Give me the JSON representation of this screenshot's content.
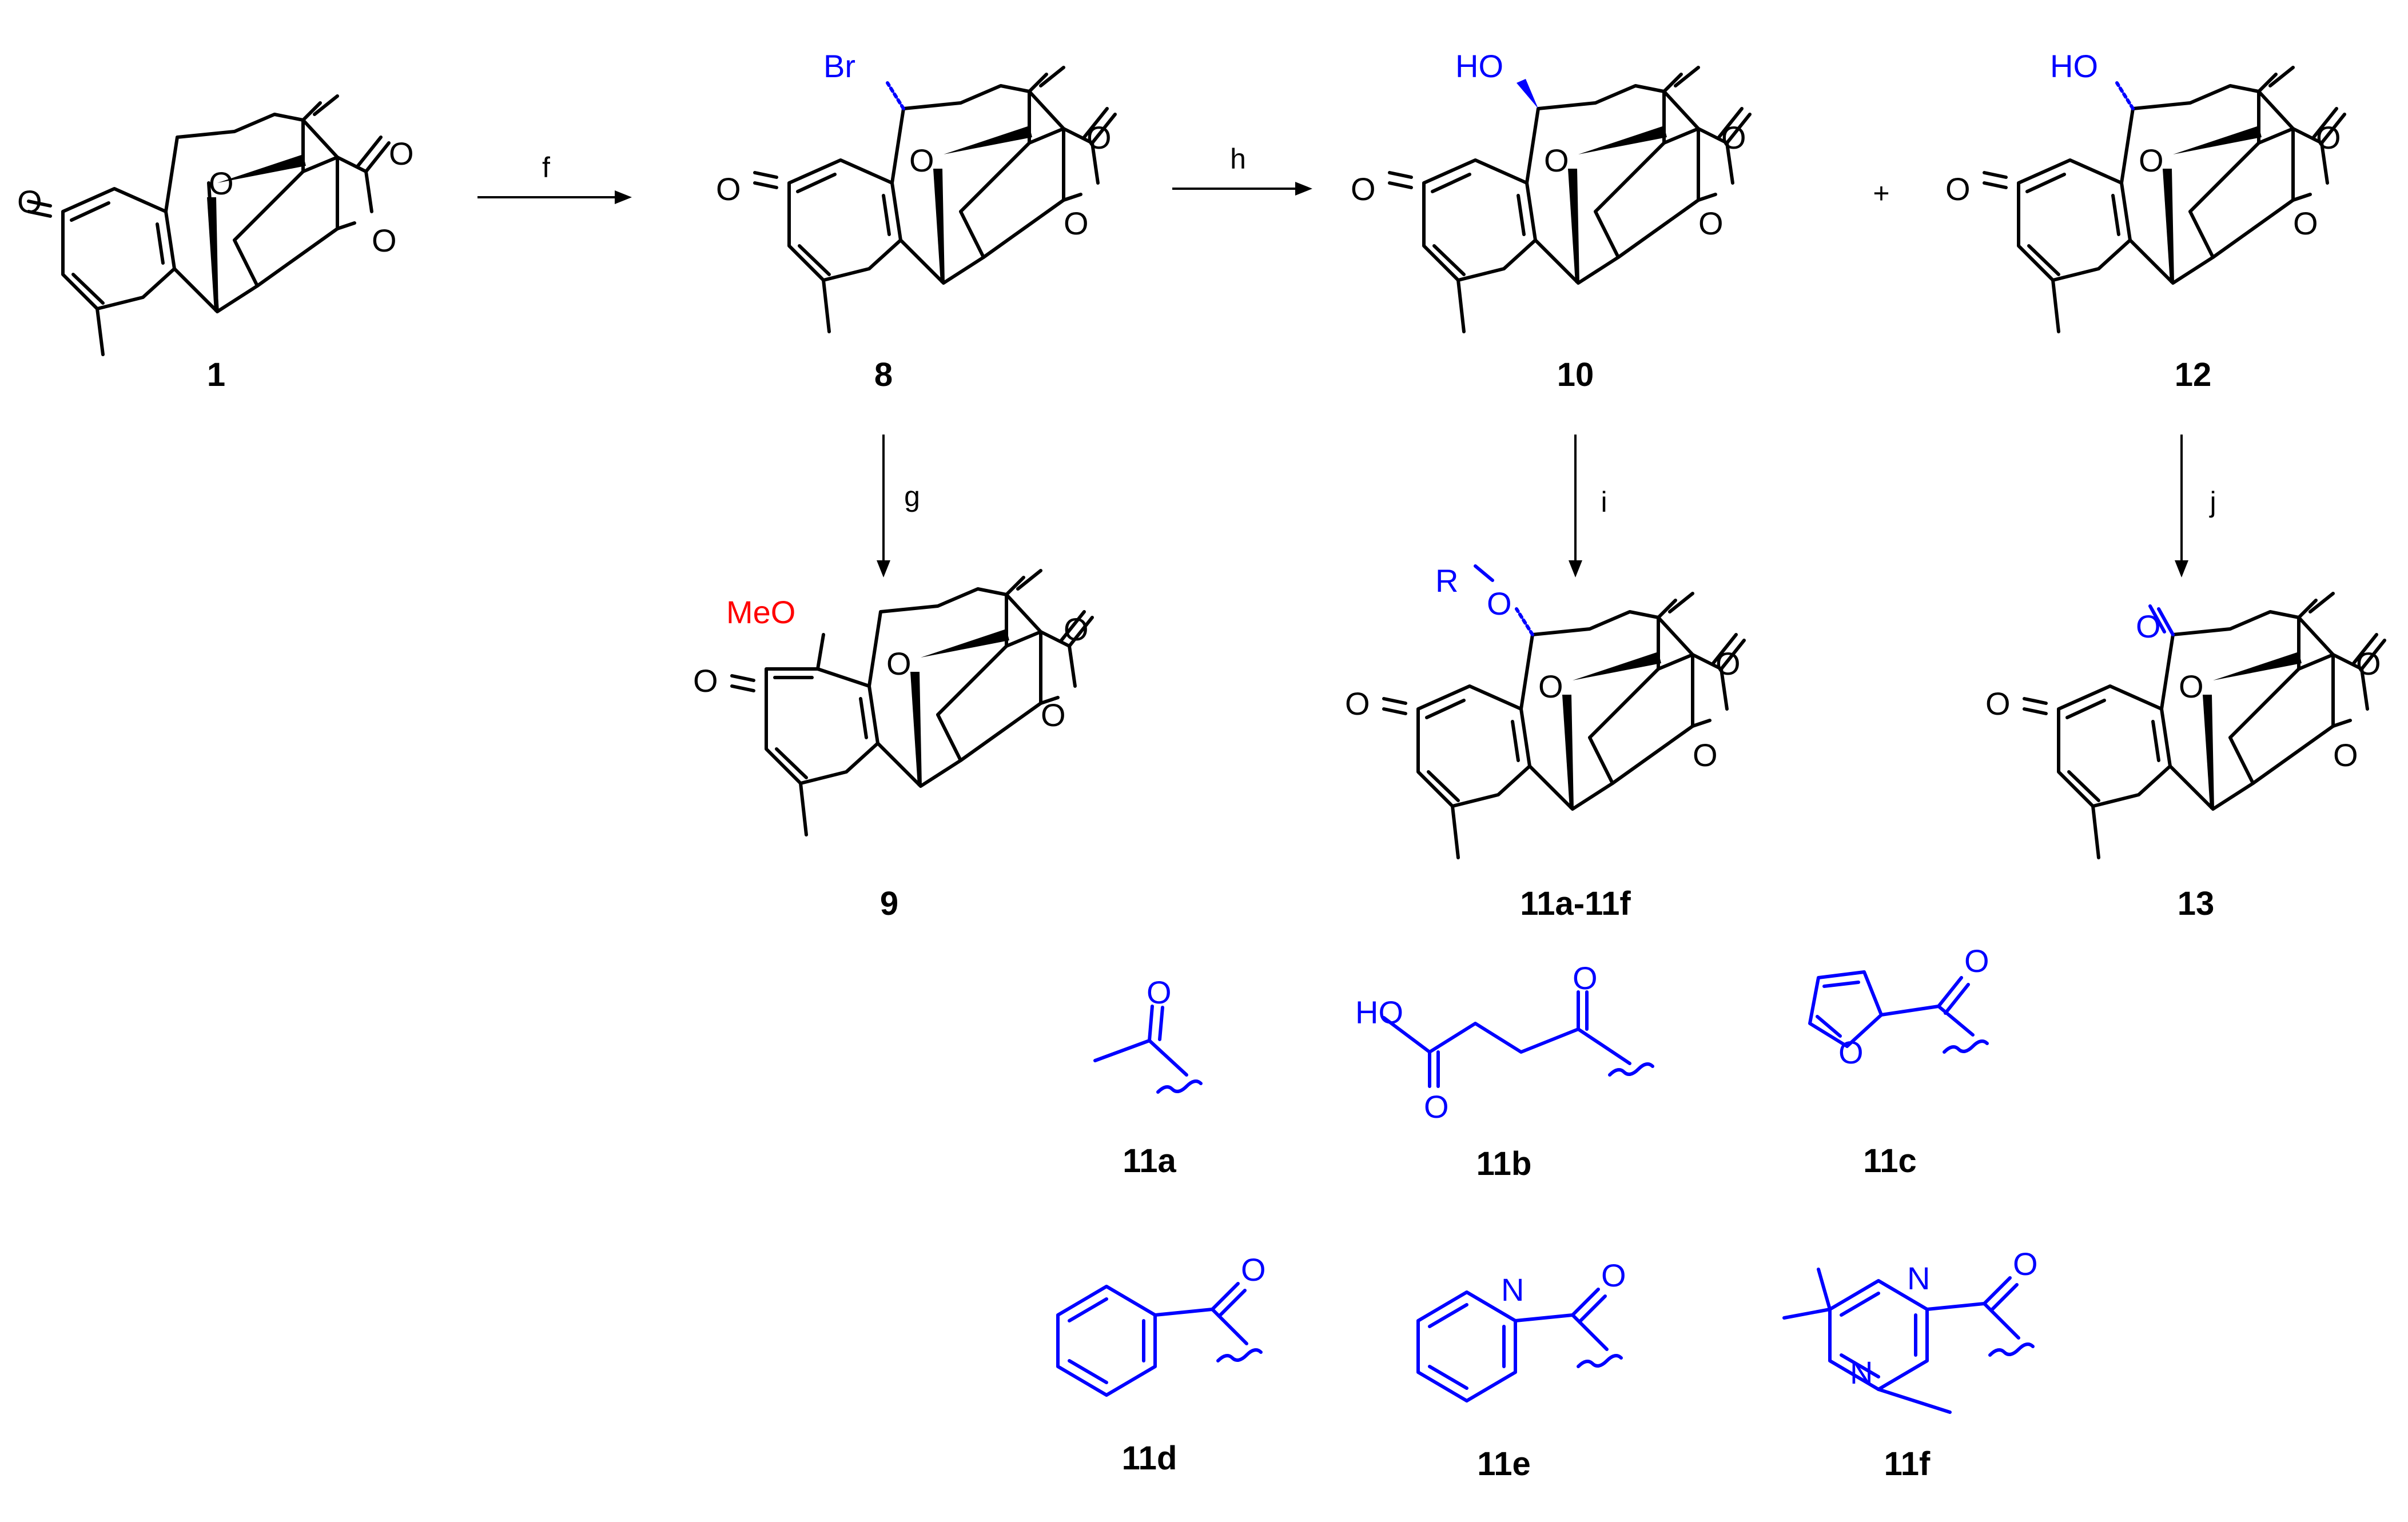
{
  "compounds": {
    "c1": "1",
    "c8": "8",
    "c10": "10",
    "c12": "12",
    "c9": "9",
    "c11": "11a-11f",
    "c13": "13",
    "r11a": "11a",
    "r11b": "11b",
    "r11c": "11c",
    "r11d": "11d",
    "r11e": "11e",
    "r11f": "11f"
  },
  "reagents": {
    "f": "f",
    "g": "g",
    "h": "h",
    "i": "i",
    "j": "j",
    "plus": "+"
  },
  "atoms": {
    "O": "O",
    "Br": "Br",
    "HO": "HO",
    "MeO": "MeO",
    "R": "R",
    "N": "N"
  },
  "colors": {
    "structure": "#000000",
    "substituent": "#0000ff",
    "methoxy": "#ff0000"
  }
}
